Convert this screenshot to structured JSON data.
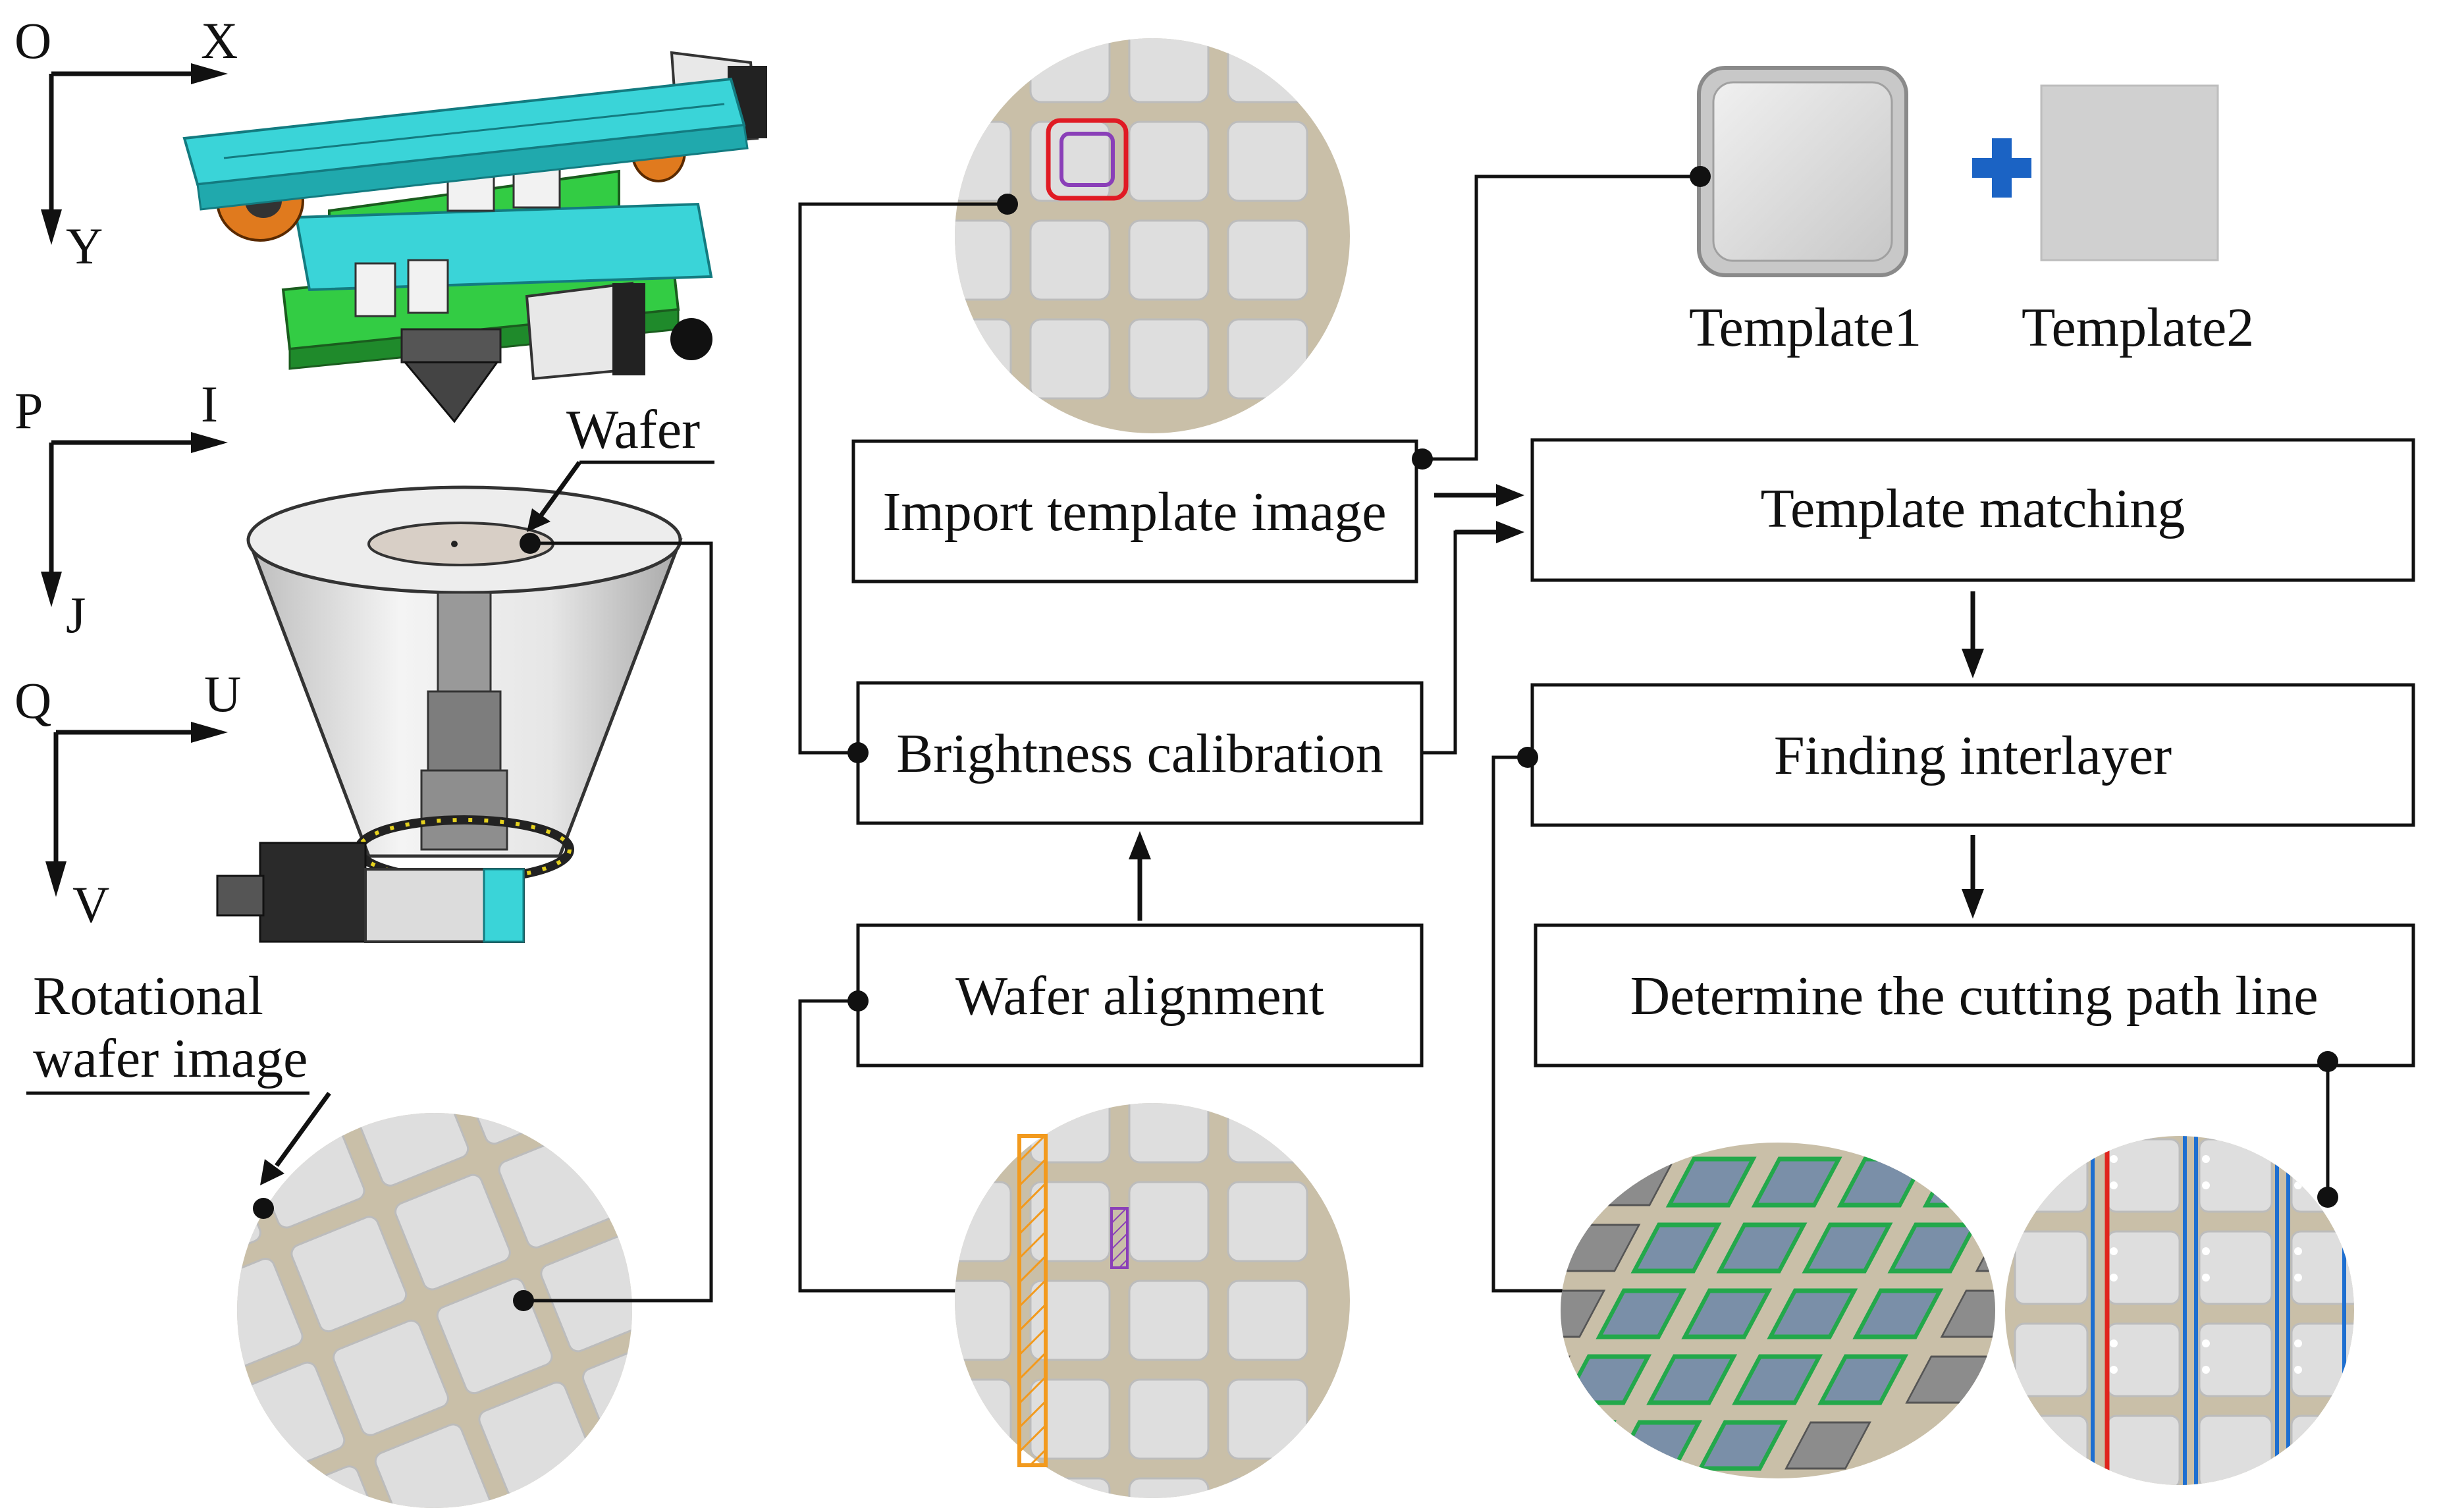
{
  "axes": [
    {
      "origin": "O",
      "h": "X",
      "v": "Y"
    },
    {
      "origin": "P",
      "h": "I",
      "v": "J"
    },
    {
      "origin": "Q",
      "h": "U",
      "v": "V"
    }
  ],
  "labels": {
    "wafer": "Wafer",
    "rotational_line1": "Rotational",
    "rotational_line2": "wafer image",
    "template1": "Template1",
    "template2": "Template2"
  },
  "steps": {
    "import_template": "Import template image",
    "brightness": "Brightness calibration",
    "wafer_alignment": "Wafer alignment",
    "template_matching": "Template matching",
    "finding_interlayer": "Finding interlayer",
    "cutting_path": "Determine the cutting path line"
  },
  "colors": {
    "stage_rail": "#3ad4d8",
    "stage_plate": "#33cc44",
    "wafer_street": "#c9bfa8",
    "die": "#dedede",
    "template_box": "#e01b24",
    "template_inner": "#8a3fb8",
    "alignment_band": "#f29a1e",
    "chip_outline": "#23a84b",
    "cut_line_blue": "#1e6fd0",
    "cut_line_red": "#e0241c",
    "plus": "#1b63c4"
  }
}
